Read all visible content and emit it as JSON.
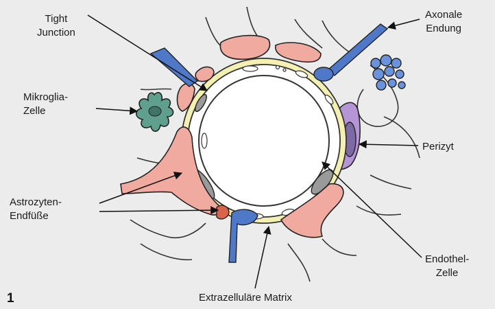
{
  "figure": {
    "number": "1",
    "labels": {
      "tight_junction": [
        "Tight",
        "Junction"
      ],
      "mikroglia": [
        "Mikroglia-",
        "Zelle"
      ],
      "astrozyten": [
        "Astrozyten-",
        "Endfüße"
      ],
      "axonale": [
        "Axonale",
        "Endung"
      ],
      "perizyt": [
        "Perizyt"
      ],
      "endothel": [
        "Endothel-",
        "Zelle"
      ],
      "matrix": [
        "Extrazelluläre Matrix"
      ]
    }
  },
  "colors": {
    "background": "#ececec",
    "outline": "#2a2a2a",
    "astrocyte_endfoot": "#f1aaa0",
    "basement_membrane": "#f4f0b2",
    "microglia": "#5f9f8e",
    "pericyte": "#b695d6",
    "axon_terminal": "#4f78c8"
  }
}
